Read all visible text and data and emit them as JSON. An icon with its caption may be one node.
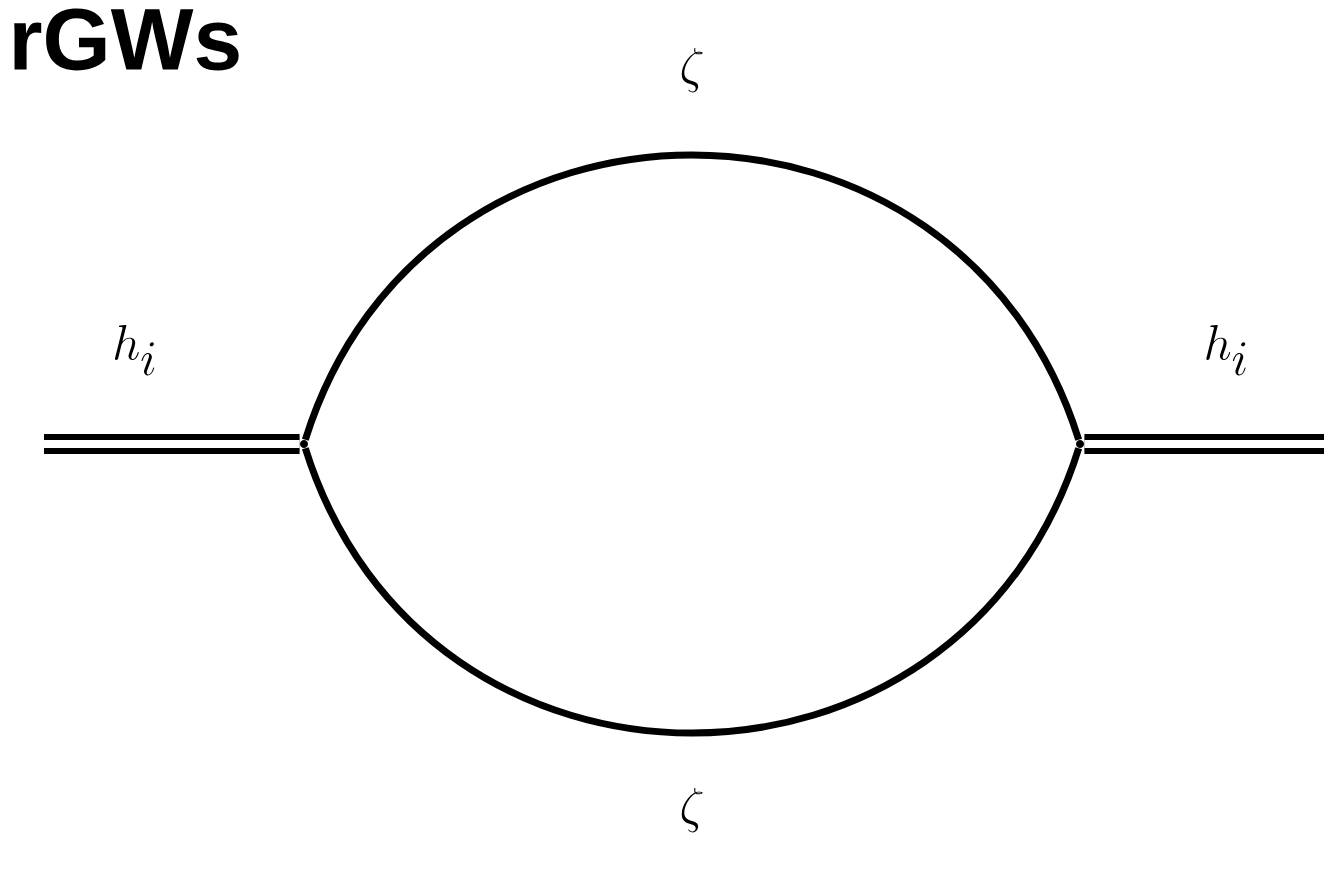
{
  "diagram": {
    "title": "rGWs",
    "nodes": [
      {
        "text": [],
        "shape": "vertex"
      },
      {
        "text": [],
        "shape": "vertex"
      }
    ],
    "edges": [
      {
        "from": null,
        "to": 0,
        "arrow": "none",
        "style": "thick",
        "label": "h_i"
      },
      {
        "from": 0,
        "to": 1,
        "arrow": "none",
        "label": "\\zeta"
      },
      {
        "from": 0,
        "to": 1,
        "arrow": "none",
        "label": "\\zeta"
      },
      {
        "from": 1,
        "to": null,
        "arrow": "none",
        "style": "thick",
        "label": "h_i"
      }
    ]
  }
}
